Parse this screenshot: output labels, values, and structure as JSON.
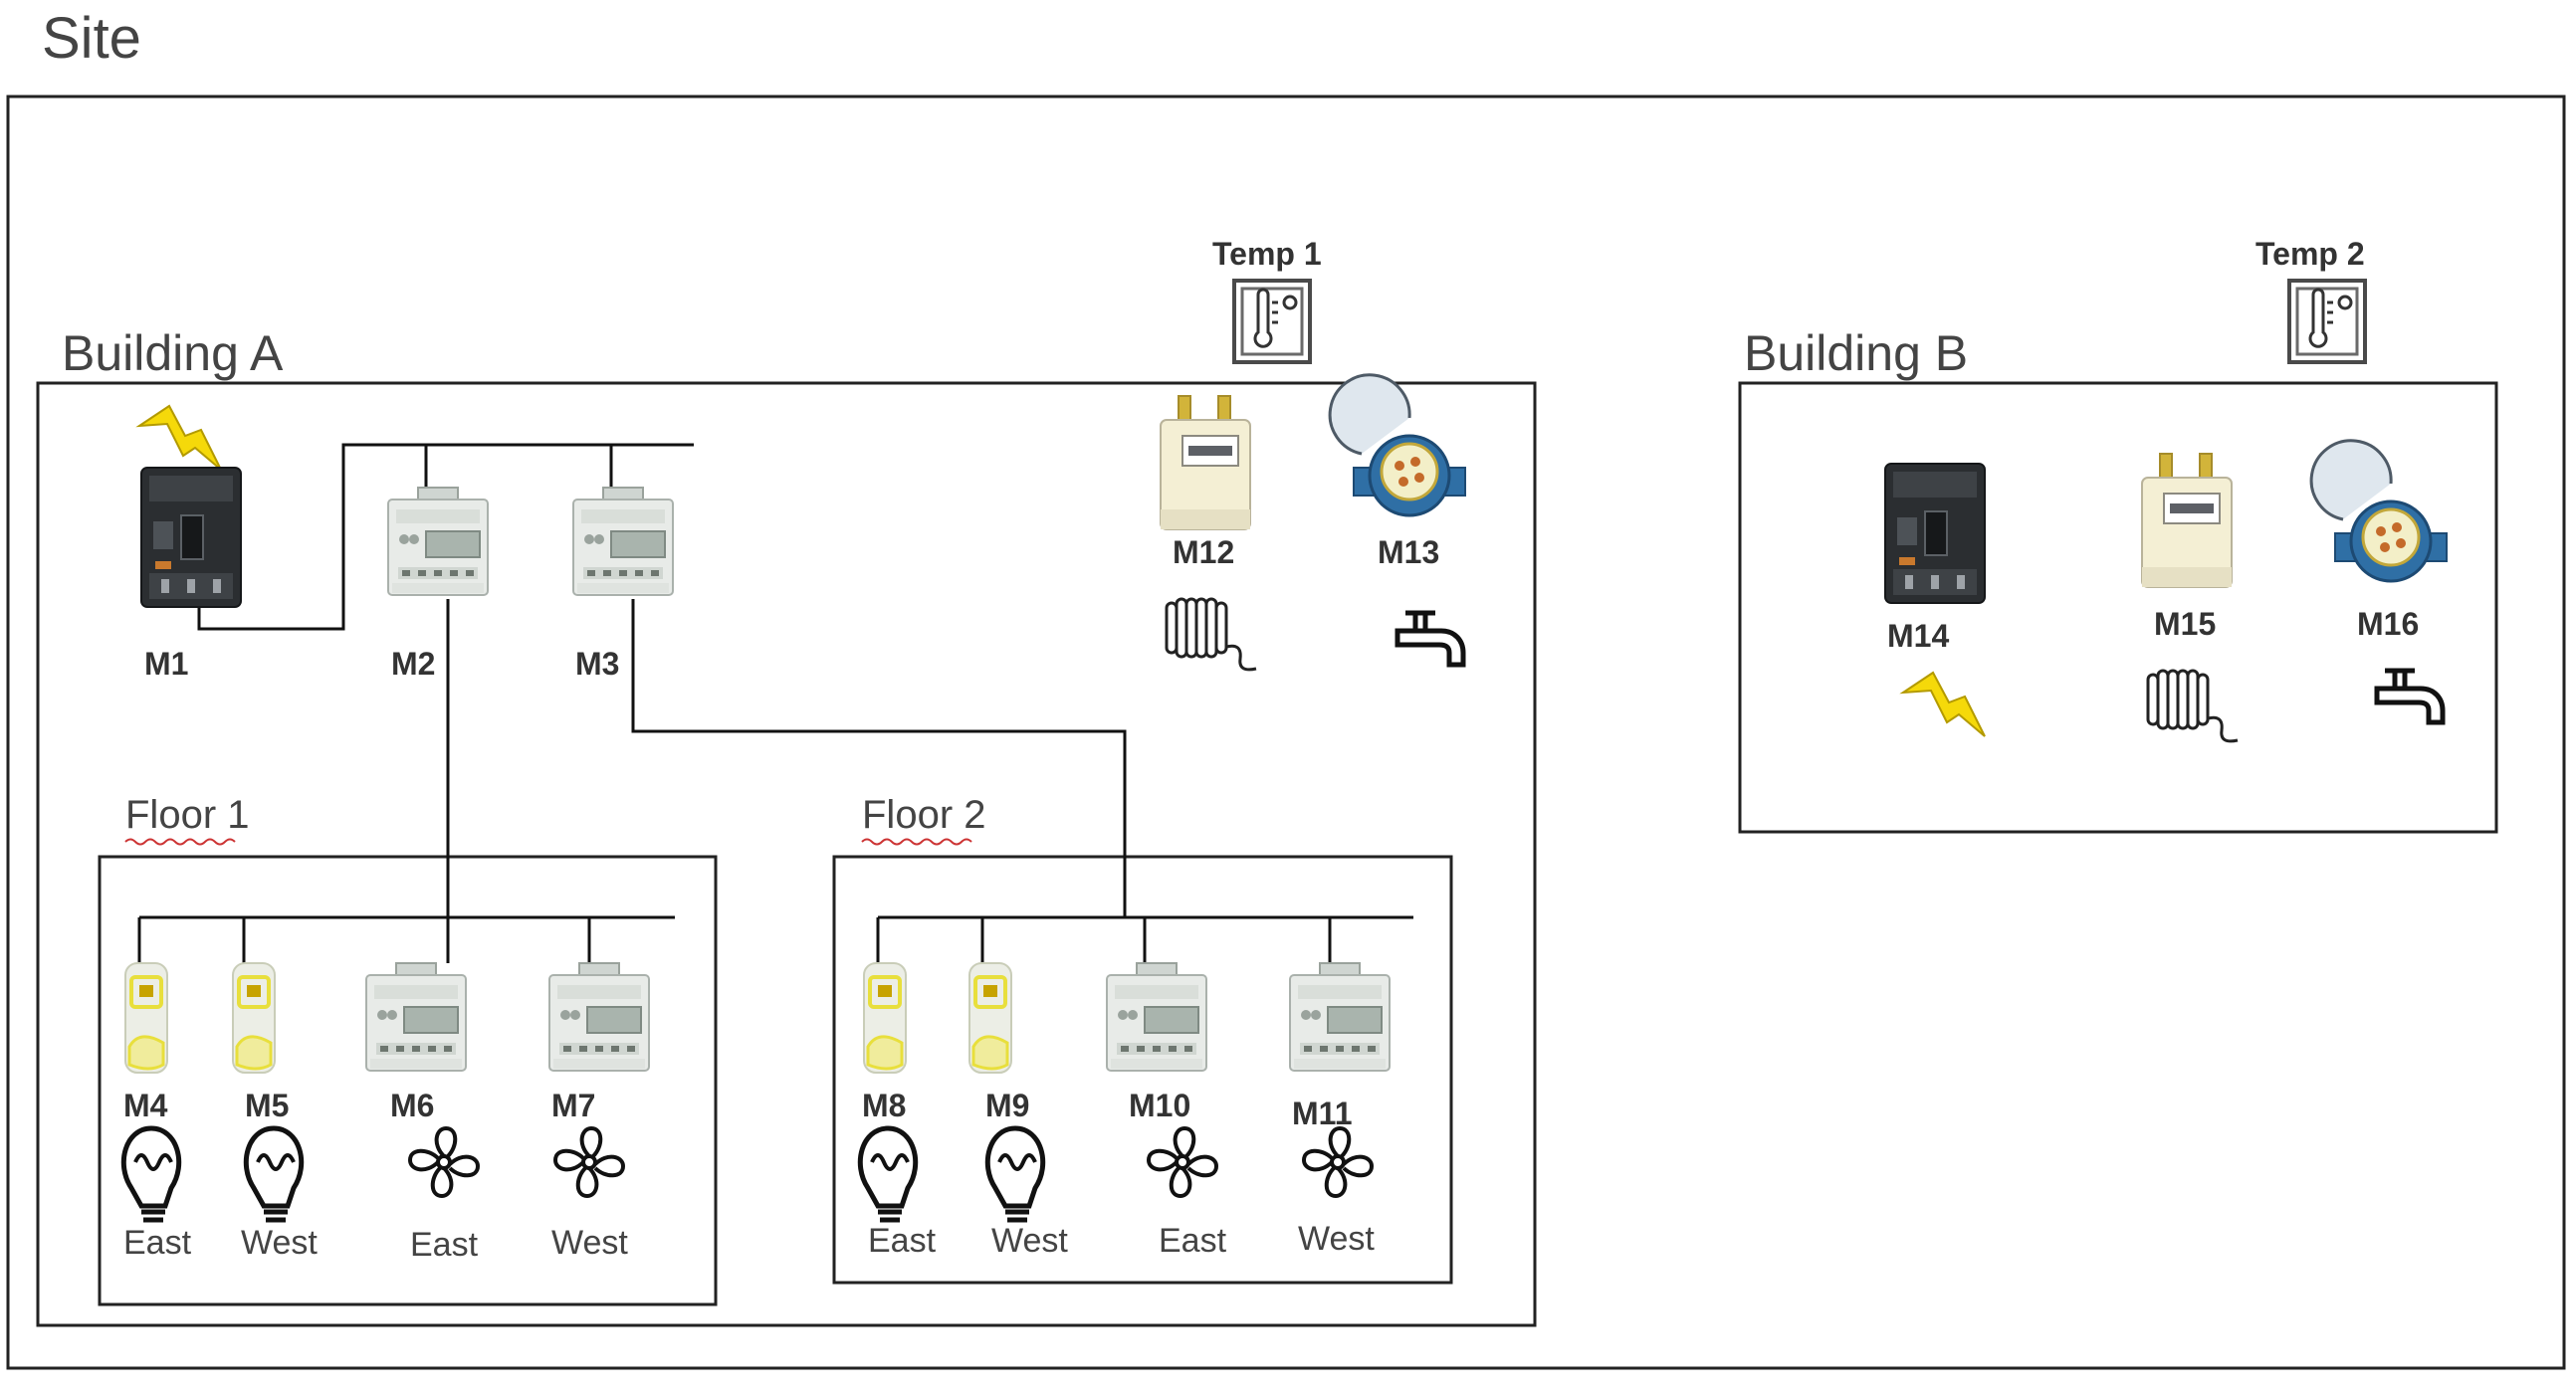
{
  "site": {
    "title": "Site"
  },
  "building_a": {
    "title": "Building A",
    "sensor": {
      "label": "Temp 1",
      "icon": "thermometer-icon"
    },
    "meters": [
      {
        "id": "M1",
        "device": "circuit-breaker-meter",
        "usage_icon": ""
      },
      {
        "id": "M2",
        "device": "din-rail-power-meter",
        "usage_icon": ""
      },
      {
        "id": "M3",
        "device": "din-rail-power-meter",
        "usage_icon": ""
      },
      {
        "id": "M12",
        "device": "gas-meter",
        "usage_icon": "radiator-icon"
      },
      {
        "id": "M13",
        "device": "water-meter",
        "usage_icon": "faucet-icon"
      }
    ],
    "floors": [
      {
        "title": "Floor 1",
        "meters": [
          {
            "id": "M4",
            "device": "small-din-meter",
            "usage_icon": "lightbulb-icon",
            "zone": "East"
          },
          {
            "id": "M5",
            "device": "small-din-meter",
            "usage_icon": "lightbulb-icon",
            "zone": "West"
          },
          {
            "id": "M6",
            "device": "din-rail-power-meter",
            "usage_icon": "fan-icon",
            "zone": "East"
          },
          {
            "id": "M7",
            "device": "din-rail-power-meter",
            "usage_icon": "fan-icon",
            "zone": "West"
          }
        ]
      },
      {
        "title": "Floor 2",
        "meters": [
          {
            "id": "M8",
            "device": "small-din-meter",
            "usage_icon": "lightbulb-icon",
            "zone": "East"
          },
          {
            "id": "M9",
            "device": "small-din-meter",
            "usage_icon": "lightbulb-icon",
            "zone": "West"
          },
          {
            "id": "M10",
            "device": "din-rail-power-meter",
            "usage_icon": "fan-icon",
            "zone": "East"
          },
          {
            "id": "M11",
            "device": "din-rail-power-meter",
            "usage_icon": "fan-icon",
            "zone": "West"
          }
        ]
      }
    ]
  },
  "building_b": {
    "title": "Building B",
    "sensor": {
      "label": "Temp 2",
      "icon": "thermometer-icon"
    },
    "meters": [
      {
        "id": "M14",
        "device": "circuit-breaker-meter",
        "usage_icon": "lightning-icon"
      },
      {
        "id": "M15",
        "device": "gas-meter",
        "usage_icon": "radiator-icon"
      },
      {
        "id": "M16",
        "device": "water-meter",
        "usage_icon": "faucet-icon"
      }
    ]
  },
  "colors": {
    "line": "#111111",
    "lightning": "#f5d90a",
    "meter_body": "#e8ebe8",
    "meter_display": "#a9b4ad",
    "gas_meter": "#f4efd4",
    "water_meter": "#2f6fa5",
    "highlight": "#e8df3c"
  }
}
